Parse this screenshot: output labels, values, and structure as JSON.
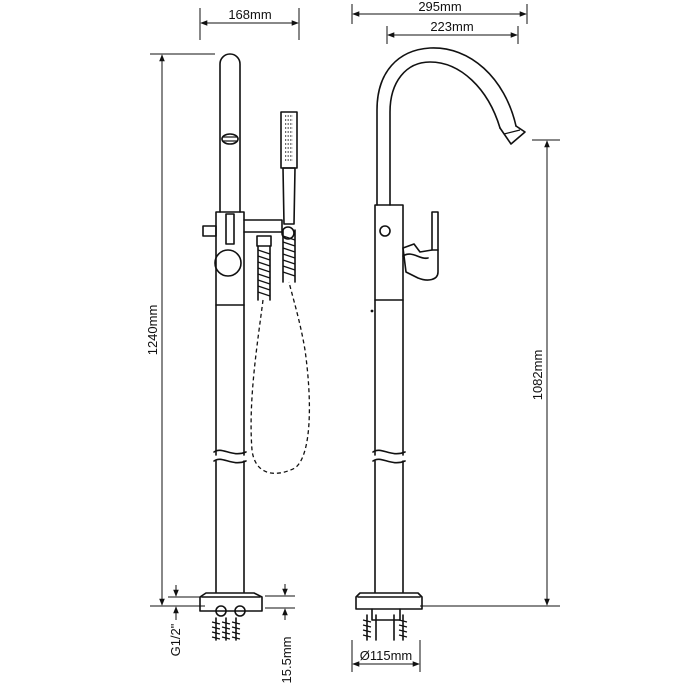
{
  "dimensions": {
    "width_total": "295mm",
    "spout_reach": "223mm",
    "side_width": "168mm",
    "height_total": "1240mm",
    "spout_height": "1082mm",
    "base_diameter": "Ø115mm",
    "thread": "G1/2\"",
    "base_height": "15.5mm"
  },
  "colors": {
    "line": "#111111",
    "background": "#ffffff"
  }
}
